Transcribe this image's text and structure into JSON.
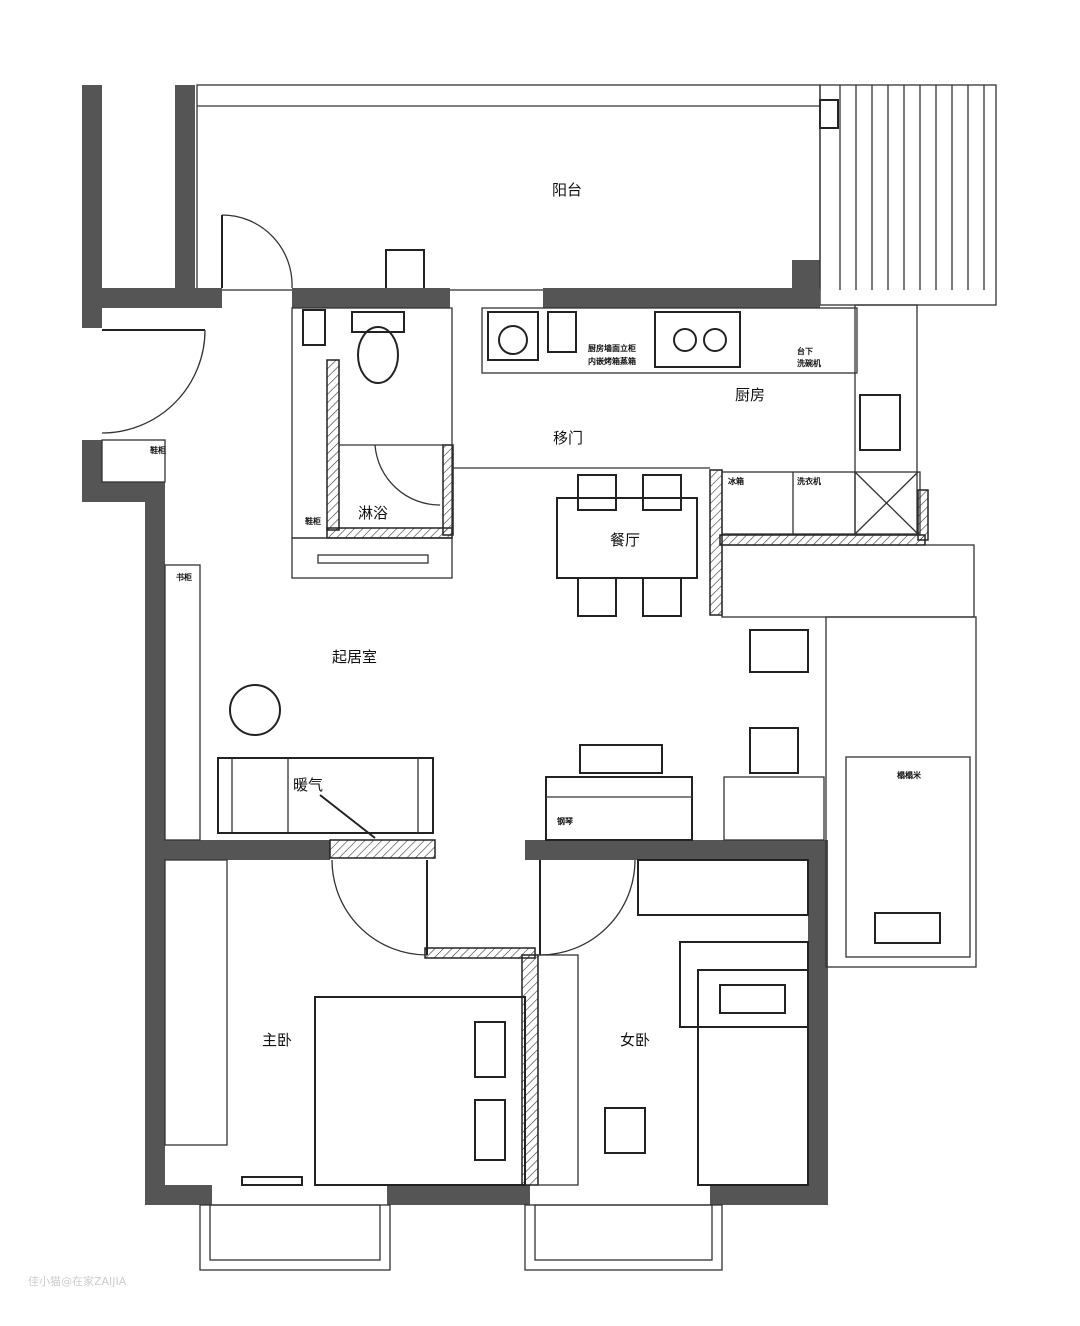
{
  "rooms": {
    "balcony": "阳台",
    "kitchen": "厨房",
    "sliding_door": "移门",
    "shower": "淋浴",
    "dining": "餐厅",
    "living": "起居室",
    "heating": "暖气",
    "master_bedroom": "主卧",
    "girl_bedroom": "女卧"
  },
  "furniture": {
    "shoe_cabinet_entry": "鞋柜",
    "bookcase": "书柜",
    "shoe_cabinet_bath": "鞋柜",
    "kitchen_note_1": "厨房墙面立柜",
    "kitchen_note_2": "内嵌烤箱蒸箱",
    "dishwasher_1": "台下",
    "dishwasher_2": "洗碗机",
    "fridge": "冰箱",
    "washer": "洗衣机",
    "piano": "钢琴",
    "tatami": "榻榻米"
  },
  "watermark": "佳小猫@在家ZAIJIA"
}
